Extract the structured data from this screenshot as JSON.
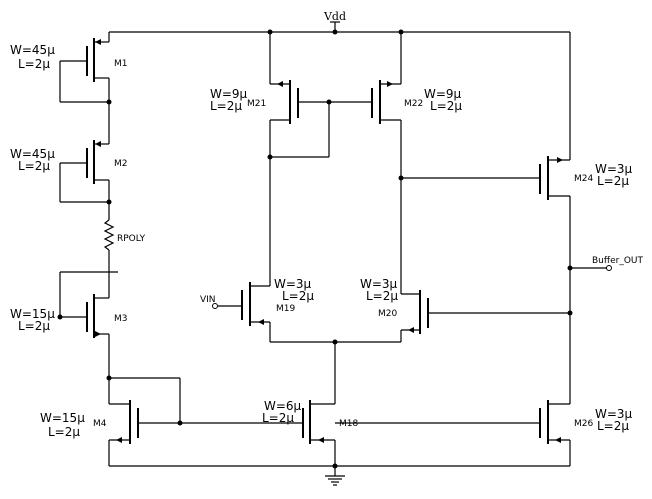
{
  "supply": {
    "vdd": "Vdd"
  },
  "nets": {
    "vin": "VIN",
    "out": "Buffer_OUT"
  },
  "resistor": {
    "label": "RPOLY"
  },
  "transistors": [
    {
      "id": "M1",
      "name": "M1",
      "w": "W=45μ",
      "l": "L=2μ"
    },
    {
      "id": "M2",
      "name": "M2",
      "w": "W=45μ",
      "l": "L=2μ"
    },
    {
      "id": "M3",
      "name": "M3",
      "w": "W=15μ",
      "l": "L=2μ"
    },
    {
      "id": "M4",
      "name": "M4",
      "w": "W=15μ",
      "l": "L=2μ"
    },
    {
      "id": "M18",
      "name": "M18",
      "w": "W=6μ",
      "l": "L=2μ"
    },
    {
      "id": "M19",
      "name": "M19",
      "w": "W=3μ",
      "l": "L=2μ"
    },
    {
      "id": "M20",
      "name": "M20",
      "w": "W=3μ",
      "l": "L=2μ"
    },
    {
      "id": "M21",
      "name": "M21",
      "w": "W=9μ",
      "l": "L=2μ"
    },
    {
      "id": "M22",
      "name": "M22",
      "w": "W=9μ",
      "l": "L=2μ"
    },
    {
      "id": "M24",
      "name": "M24",
      "w": "W=3μ",
      "l": "L=2μ"
    },
    {
      "id": "M26",
      "name": "M26",
      "w": "W=3μ",
      "l": "L=2μ"
    }
  ]
}
